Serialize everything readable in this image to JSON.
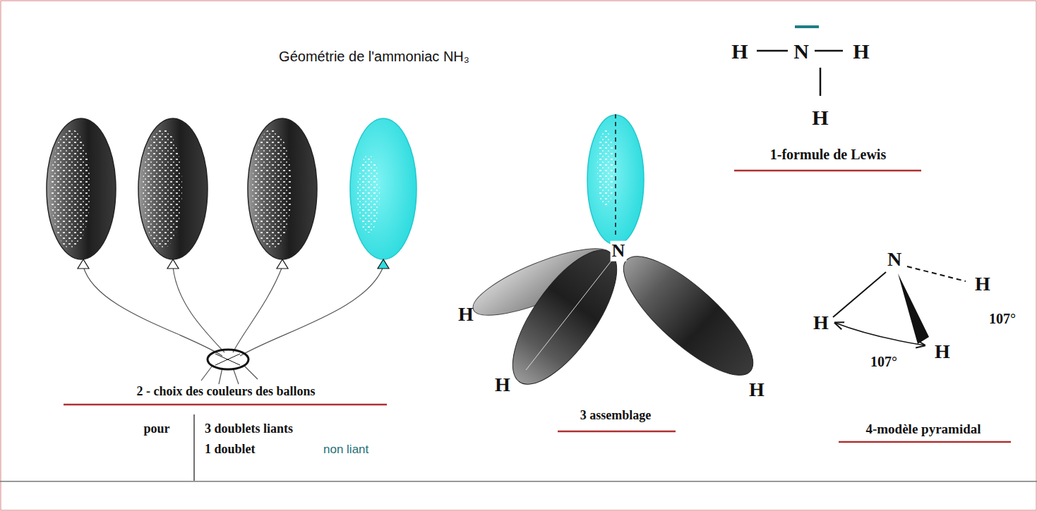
{
  "diagram": {
    "title": "Géométrie de l'ammoniac NH₃",
    "labels": [
      "H",
      "N",
      "H",
      "H",
      "1-formule de Lewis",
      "2 - choix des couleurs des ballons",
      "pour",
      "3 doublets liants",
      "1 doublet",
      "non liant",
      "N",
      "H",
      "H",
      "H",
      "3 assemblage",
      "N",
      "H",
      "H",
      "107°",
      "107°",
      "H",
      "4-modèle pyramidal"
    ]
  }
}
